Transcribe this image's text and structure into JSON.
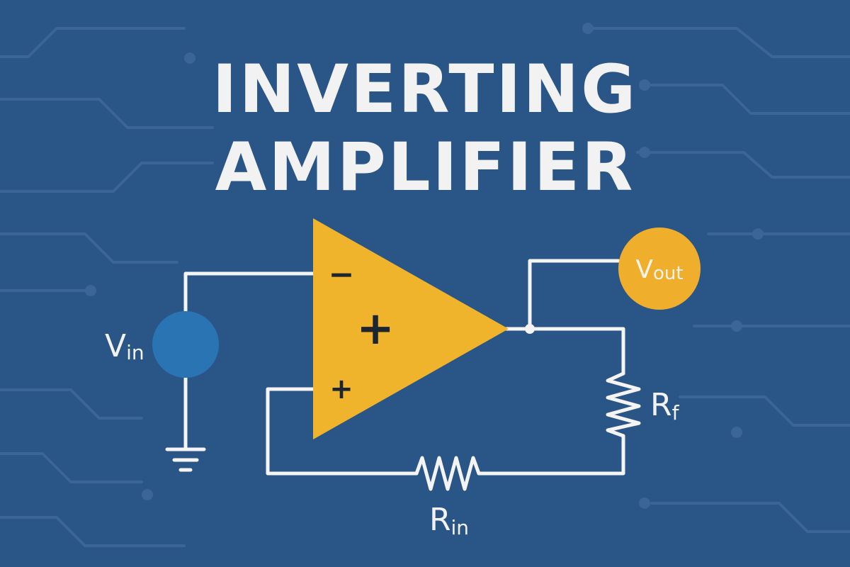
{
  "title": {
    "line1": "INVERTING",
    "line2": "AMPLIFIER"
  },
  "opamp": {
    "inverting_sign": "−",
    "center_sign": "+",
    "noninverting_sign": "+"
  },
  "labels": {
    "vin_main": "V",
    "vin_sub": "in",
    "vout_main": "V",
    "vout_sub": "out",
    "rf_main": "R",
    "rf_sub": "f",
    "rin_main": "R",
    "rin_sub": "in"
  },
  "colors": {
    "background": "#2a5587",
    "trace": "#3b6596",
    "wire": "#f4f4f4",
    "opamp": "#efb32c",
    "vin_source": "#2b74b3",
    "vout_node": "#f0ae2d",
    "text": "#f2f2f2",
    "sign": "#1c2530"
  }
}
